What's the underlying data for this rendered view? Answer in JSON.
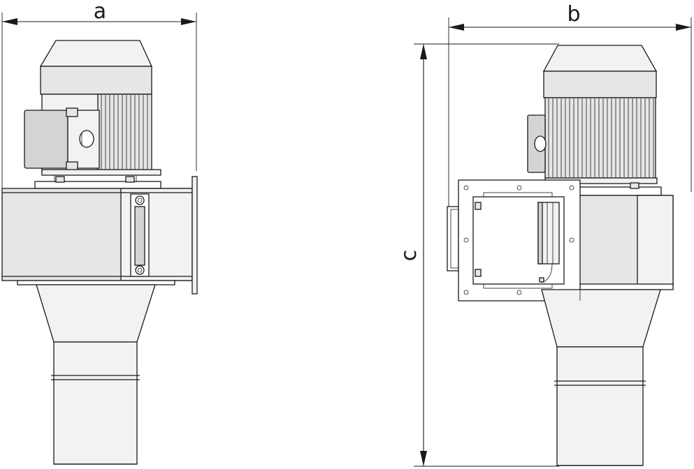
{
  "dimensions": {
    "a": {
      "label": "a"
    },
    "b": {
      "label": "b"
    },
    "c": {
      "label": "c"
    }
  },
  "colors": {
    "line": "#1a1a1a",
    "fill": "#e6e6e6",
    "background": "#ffffff"
  }
}
